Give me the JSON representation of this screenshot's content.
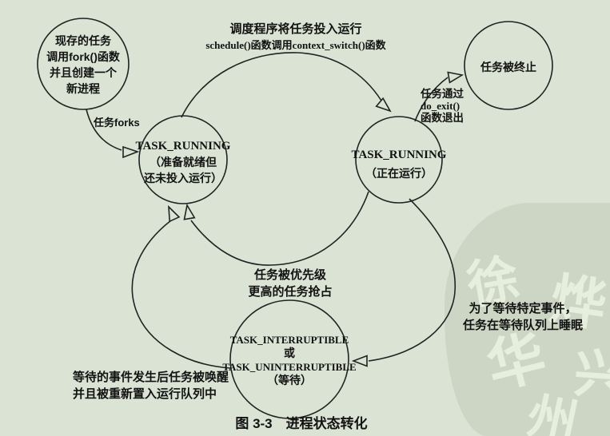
{
  "figure": {
    "caption": "图 3-3　进程状态转化"
  },
  "states": {
    "new_process": {
      "line1": "现存的任务",
      "line2": "调用fork()函数",
      "line3": "并且创建一个",
      "line4": "新进程"
    },
    "ready": {
      "name": "TASK_RUNNING",
      "desc1": "（准备就绪但",
      "desc2": "还未投入运行）"
    },
    "running": {
      "name": "TASK_RUNNING",
      "desc1": "（正在运行）"
    },
    "terminated": {
      "name": "任务被终止"
    },
    "waiting": {
      "name1": "TASK_INTERRUPTIBLE",
      "conj": "或",
      "name2": "TASK_UNINTERRUPTIBLE",
      "desc": "（等待）"
    }
  },
  "transitions": {
    "fork": {
      "label": "任务forks"
    },
    "schedule": {
      "line1": "调度程序将任务投入运行",
      "line2": "schedule()函数调用context_switch()函数"
    },
    "exit": {
      "line1": "任务通过",
      "line2": "do_exit()",
      "line3": "函数退出"
    },
    "preempt": {
      "line1": "任务被优先级",
      "line2": "更高的任务抢占"
    },
    "sleep": {
      "line1": "为了等待特定事件，",
      "line2": "任务在等待队列上睡眠"
    },
    "wake": {
      "line1": "等待的事件发生后任务被唤醒",
      "line2": "并且被重新置入运行队列中"
    }
  },
  "colors": {
    "background": "#dae3d4",
    "line": "#222222",
    "watermark_blob": "#cdd6c5",
    "watermark_glyph": "#e7eede"
  },
  "watermark": {
    "glyph1": "徐",
    "glyph2": "烨",
    "glyph3": "华",
    "glyph4": "兴",
    "glyph5": "州"
  }
}
